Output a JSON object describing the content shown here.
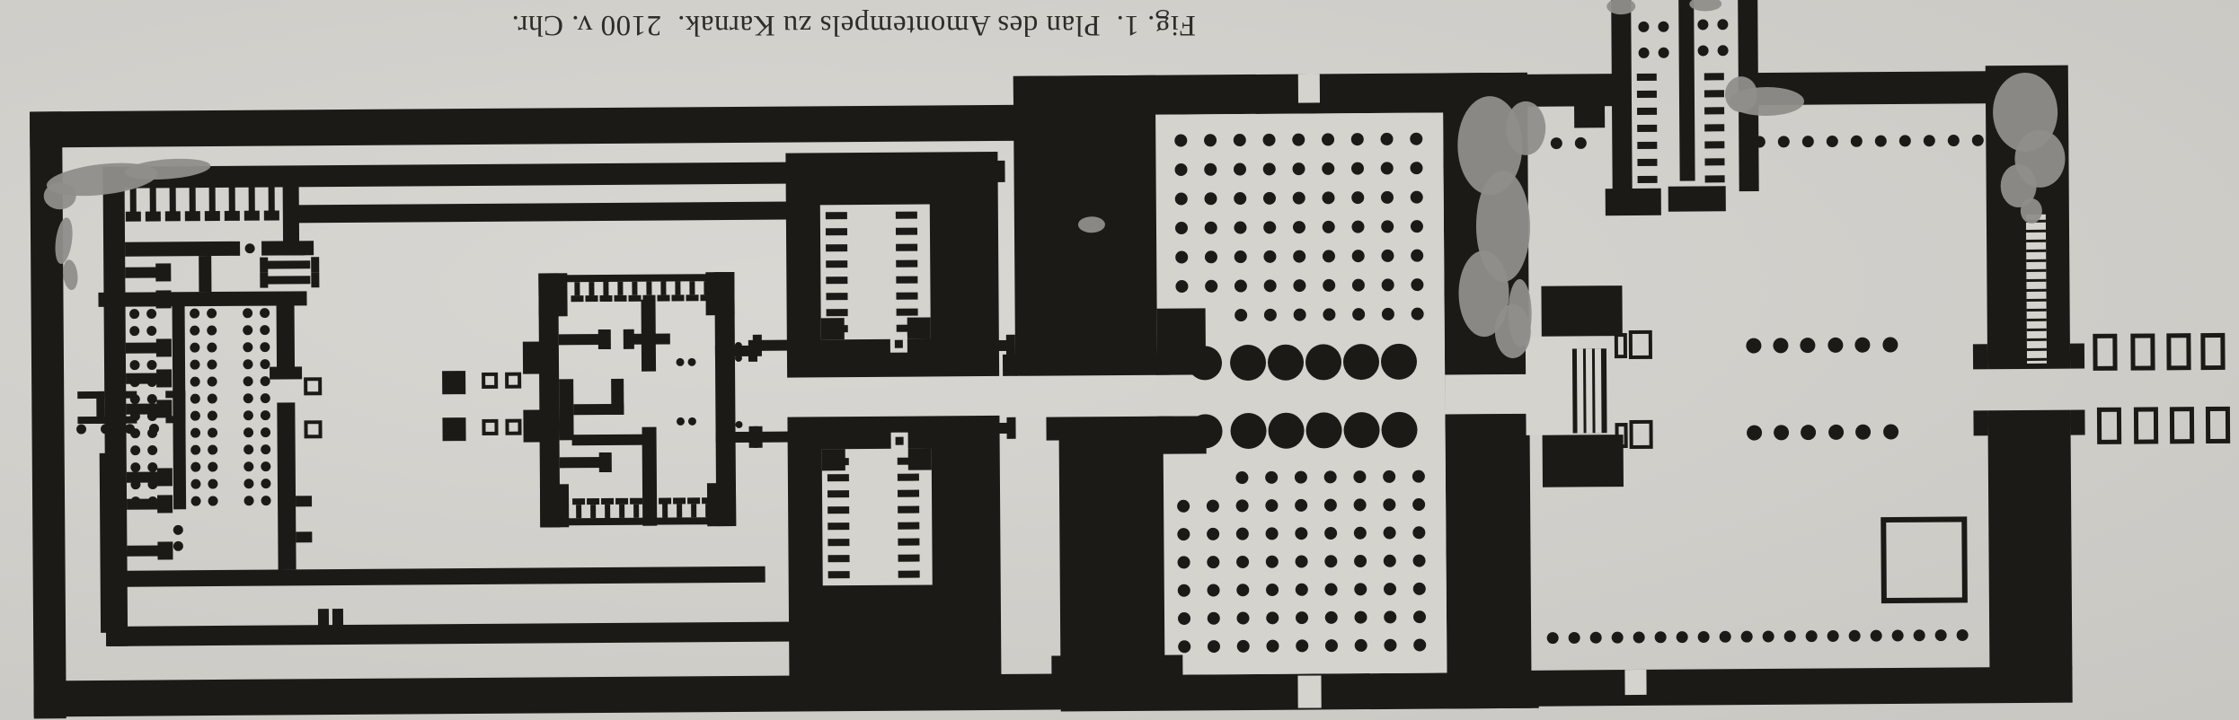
{
  "figure": {
    "caption": "Fig. 1.  Plan des Amontempels zu Karnak.  2100 v. Chr.",
    "caption_label": "Fig. 1.",
    "caption_title": "Plan des Amontempels zu Karnak.",
    "caption_date": "2100 v. Chr.",
    "caption_orientation": "rotated-180"
  },
  "colors": {
    "paper": "#d5d3ce",
    "ink": "#1b1a16",
    "stain": "#8f8e8a",
    "caption_ink": "#2e2c28"
  }
}
